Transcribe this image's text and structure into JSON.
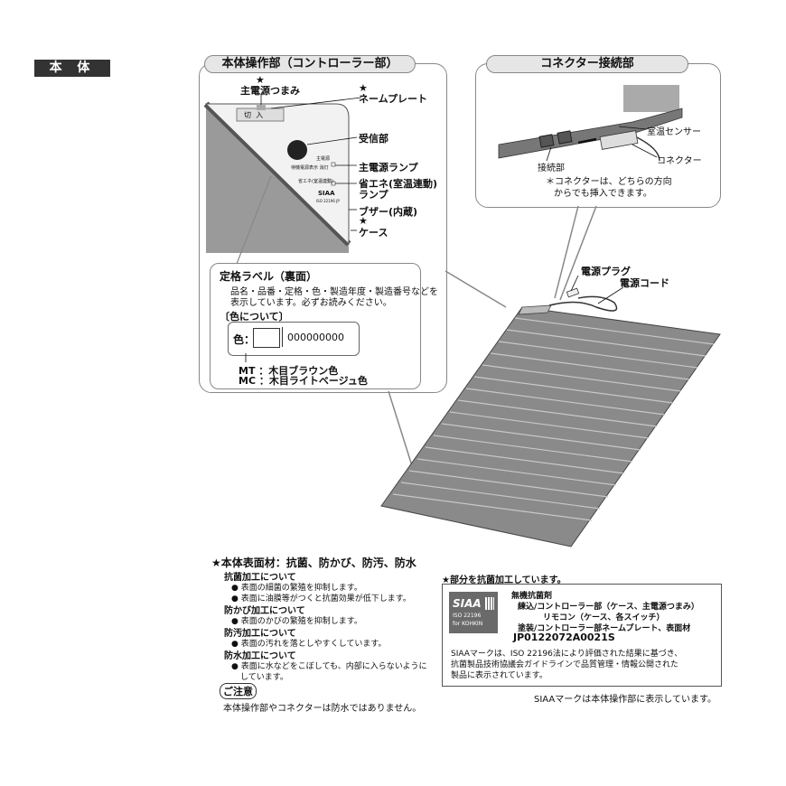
{
  "section_title": "本 体",
  "controller": {
    "heading": "本体操作部（コントローラー部）",
    "labels": {
      "main_knob": "主電源つまみ",
      "nameplate": "ネームプレート",
      "receiver": "受信部",
      "main_lamp": "主電源ランプ",
      "eco_lamp_1": "省エネ(室温連動)",
      "eco_lamp_2": "ランプ",
      "buzzer": "ブザー(内蔵)",
      "case": "ケース"
    },
    "star": "★",
    "knob_text": "切  入",
    "device_small_1": "主電源",
    "device_small_2": "待機電源表示  消灯",
    "device_small_3": "省エネ(室温連動)",
    "device_siaa": "SIAA",
    "device_siaa_sub": "ISO 22196 JP"
  },
  "rating_label": {
    "heading": "定格ラベル（裏面）",
    "text_1": "品名・品番・定格・色・製造年度・製造番号などを",
    "text_2": "表示しています。必ずお読みください。",
    "color_heading": "〔色について〕",
    "color_label": "色：",
    "color_code": "000000000",
    "mt": "MT ：木目ブラウン色",
    "mc": "MC ：木目ライトベージュ色"
  },
  "connector": {
    "heading": "コネクター接続部",
    "room_sensor": "室温センサー",
    "connector_label": "コネクター",
    "port": "接続部",
    "note_1": "＊コネクターは、どちらの方向",
    "note_2": "からでも挿入できます。"
  },
  "power": {
    "plug": "電源プラグ",
    "cord": "電源コード"
  },
  "surface": {
    "heading": "★本体表面材：抗菌、防かび、防汚、防水",
    "antibacterial_title": "抗菌加工について",
    "antibacterial_1": "● 表面の細菌の繁殖を抑制します。",
    "antibacterial_2": "● 表面に油膜等がつくと抗菌効果が低下します。",
    "antimold_title": "防かび加工について",
    "antimold_1": "● 表面のかびの繁殖を抑制します。",
    "antistain_title": "防汚加工について",
    "antistain_1": "● 表面の汚れを落としやすくしています。",
    "waterproof_title": "防水加工について",
    "waterproof_1": "● 表面に水などをこぼしても、内部に入らないように",
    "waterproof_2": "しています。",
    "caution_title": "ご注意",
    "caution_text": "本体操作部やコネクターは防水ではありません。"
  },
  "siaa": {
    "intro": "★部分を抗菌加工しています。",
    "logo_main": "SIAA",
    "logo_iso": "ISO 22196",
    "logo_for": "for KOHKIN",
    "agent": "無機抗菌剤",
    "line_1": "練込/コントローラー部（ケース、主電源つまみ）",
    "line_2": "リモコン（ケース、各スイッチ）",
    "line_3": "塗装/コントローラー部ネームプレート、表面材",
    "code": "JP0122072A0021S",
    "desc_1": "SIAAマークは、ISO 22196法により評価された結果に基づき、",
    "desc_2": "抗菌製品技術協議会ガイドラインで品質管理・情報公開された",
    "desc_3": "製品に表示されています。",
    "footer": "SIAAマークは本体操作部に表示しています。"
  }
}
